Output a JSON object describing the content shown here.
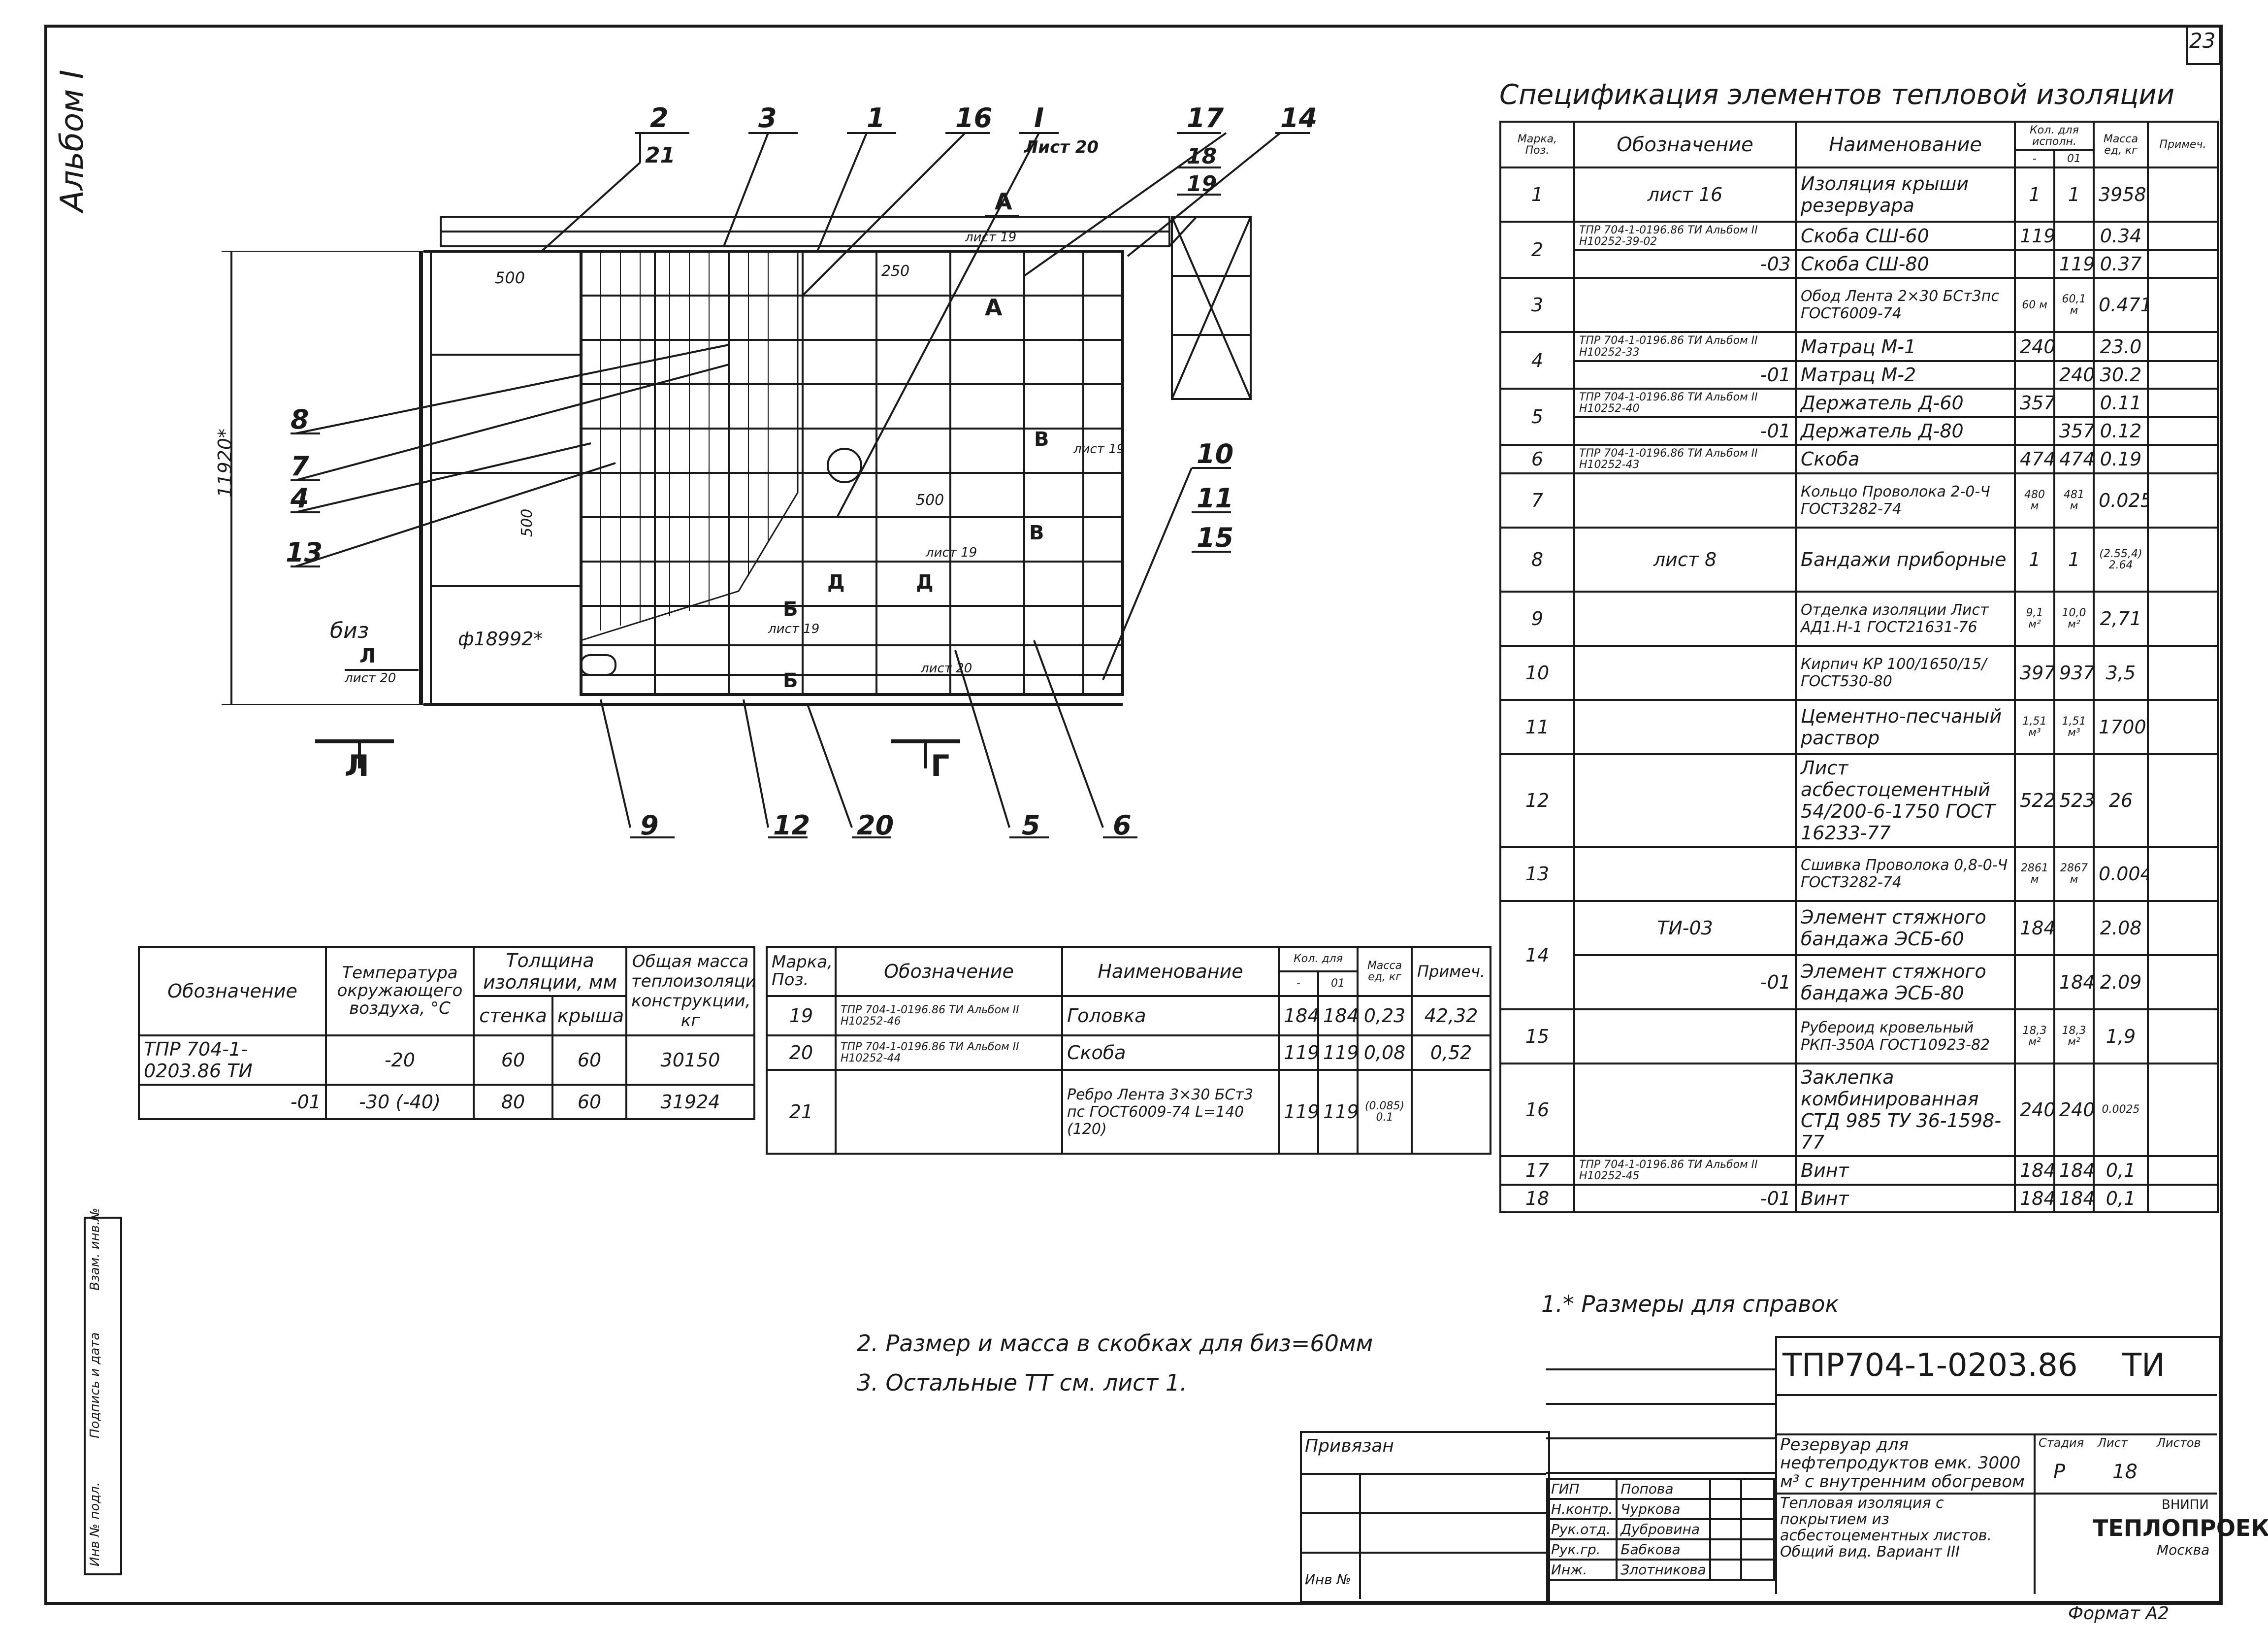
{
  "sheet_number_corner": "23",
  "album_label": "Альбом I",
  "drawing": {
    "callouts_top": [
      "2",
      "21",
      "3",
      "1",
      "16",
      "I",
      "Лист 20",
      "17",
      "14",
      "18",
      "19"
    ],
    "callouts_left": [
      "8",
      "7",
      "4",
      "13"
    ],
    "callouts_right": [
      "10",
      "11",
      "15"
    ],
    "callouts_bottom": [
      "9",
      "12",
      "20",
      "5",
      "6"
    ],
    "section_marks": [
      "А",
      "А",
      "Б",
      "Б",
      "В",
      "В",
      "Д",
      "Д",
      "Г",
      "Л",
      "Л"
    ],
    "dim_height": "11920*",
    "dim_diameter": "ф18992*",
    "dim_500_a": "500",
    "dim_500_b": "500",
    "dim_500_c": "500",
    "dim_250": "250",
    "biz_label": "биз",
    "list_refs": [
      "лист 19",
      "лист 19",
      "лист 19",
      "лист 19",
      "лист 20",
      "лист 20"
    ]
  },
  "spec": {
    "title": "Спецификация элементов тепловой изоляции",
    "headers": {
      "mark": "Марка, Поз.",
      "designation": "Обозначение",
      "name": "Наименование",
      "qty": "Кол. для исполн.",
      "qty_a": "-",
      "qty_b": "01",
      "mass": "Масса ед, кг",
      "note": "Примеч."
    },
    "rows": [
      {
        "pos": "1",
        "des": "лист 16",
        "name": "Изоляция крыши резервуара",
        "a": "1",
        "b": "1",
        "mass": "3958"
      },
      {
        "pos": "2",
        "des": "ТПР 704-1-0196.86 ТИ Альбом II Н10252-39-02",
        "name": "Скоба СШ-60",
        "a": "119",
        "b": "",
        "mass": "0.34"
      },
      {
        "pos": "",
        "des": "-03",
        "name": "Скоба СШ-80",
        "a": "",
        "b": "119",
        "mass": "0.37"
      },
      {
        "pos": "3",
        "des": "",
        "name": "Обод Лента 2×30 БСт3пс ГОСТ6009-74",
        "a": "60 м",
        "b": "60,1 м",
        "mass": "0.471"
      },
      {
        "pos": "4",
        "des": "ТПР 704-1-0196.86 ТИ Альбом II Н10252-33",
        "name": "Матрац М-1",
        "a": "240",
        "b": "",
        "mass": "23.0"
      },
      {
        "pos": "",
        "des": "-01",
        "name": "Матрац М-2",
        "a": "",
        "b": "240",
        "mass": "30.2"
      },
      {
        "pos": "5",
        "des": "ТПР 704-1-0196.86 ТИ Альбом II Н10252-40",
        "name": "Держатель Д-60",
        "a": "357",
        "b": "",
        "mass": "0.11"
      },
      {
        "pos": "",
        "des": "-01",
        "name": "Держатель Д-80",
        "a": "",
        "b": "357",
        "mass": "0.12"
      },
      {
        "pos": "6",
        "des": "ТПР 704-1-0196.86 ТИ Альбом II Н10252-43",
        "name": "Скоба",
        "a": "474",
        "b": "474",
        "mass": "0.19"
      },
      {
        "pos": "7",
        "des": "",
        "name": "Кольцо Проволока 2-0-Ч ГОСТ3282-74",
        "a": "480 м",
        "b": "481 м",
        "mass": "0.025"
      },
      {
        "pos": "8",
        "des": "лист 8",
        "name": "Бандажи приборные",
        "a": "1",
        "b": "1",
        "mass": "(2.55,4) 2.64"
      },
      {
        "pos": "9",
        "des": "",
        "name": "Отделка изоляции Лист АД1.Н-1 ГОСТ21631-76",
        "a": "9,1 м²",
        "b": "10,0 м²",
        "mass": "2,71"
      },
      {
        "pos": "10",
        "des": "",
        "name": "Кирпич КР 100/1650/15/ ГОСТ530-80",
        "a": "397",
        "b": "937",
        "mass": "3,5"
      },
      {
        "pos": "11",
        "des": "",
        "name": "Цементно-песчаный раствор",
        "a": "1,51 м³",
        "b": "1,51 м³",
        "mass": "1700"
      },
      {
        "pos": "12",
        "des": "",
        "name": "Лист асбестоцементный 54/200-6-1750 ГОСТ 16233-77",
        "a": "522",
        "b": "523",
        "mass": "26"
      },
      {
        "pos": "13",
        "des": "",
        "name": "Сшивка Проволока 0,8-0-Ч ГОСТ3282-74",
        "a": "2861 м",
        "b": "2867 м",
        "mass": "0.004"
      },
      {
        "pos": "14",
        "des": "ТИ-03",
        "name": "Элемент стяжного бандажа ЭСБ-60",
        "a": "184",
        "b": "",
        "mass": "2.08"
      },
      {
        "pos": "",
        "des": "-01",
        "name": "Элемент стяжного бандажа ЭСБ-80",
        "a": "",
        "b": "184",
        "mass": "2.09"
      },
      {
        "pos": "15",
        "des": "",
        "name": "Рубероид кровельный РКП-350А ГОСТ10923-82",
        "a": "18,3 м²",
        "b": "18,3 м²",
        "mass": "1,9"
      },
      {
        "pos": "16",
        "des": "",
        "name": "Заклепка комбинированная СТД 985 ТУ 36-1598-77",
        "a": "240",
        "b": "240",
        "mass": "0.0025"
      },
      {
        "pos": "17",
        "des": "ТПР 704-1-0196.86 ТИ Альбом II Н10252-45",
        "name": "Винт",
        "a": "184",
        "b": "184",
        "mass": "0,1"
      },
      {
        "pos": "18",
        "des": "-01",
        "name": "Винт",
        "a": "184",
        "b": "184",
        "mass": "0,1"
      }
    ]
  },
  "thickness_table": {
    "headers": {
      "des": "Обозначение",
      "temp": "Температура окружающего воздуха, °С",
      "thick": "Толщина изоляции, мм",
      "wall": "стенка",
      "roof": "крыша",
      "mass": "Общая масса теплоизоляционной конструкции, кг"
    },
    "rows": [
      {
        "des": "ТПР 704-1-0203.86 ТИ",
        "temp": "-20",
        "wall": "60",
        "roof": "60",
        "mass": "30150"
      },
      {
        "des": "-01",
        "temp": "-30 (-40)",
        "wall": "80",
        "roof": "60",
        "mass": "31924"
      }
    ]
  },
  "small_spec": {
    "headers": {
      "mark": "Марка, Поз.",
      "des": "Обозначение",
      "name": "Наименование",
      "qty": "Кол. для",
      "qa": "-",
      "qb": "01",
      "mass": "Масса ед, кг",
      "note": "Примеч."
    },
    "rows": [
      {
        "pos": "19",
        "des": "ТПР 704-1-0196.86 ТИ Альбом II Н10252-46",
        "name": "Головка",
        "a": "184",
        "b": "184",
        "mass": "0,23",
        "note": "42,32"
      },
      {
        "pos": "20",
        "des": "ТПР 704-1-0196.86 ТИ Альбом II Н10252-44",
        "name": "Скоба",
        "a": "119",
        "b": "119",
        "mass": "0,08",
        "note": "0,52"
      },
      {
        "pos": "21",
        "des": "",
        "name": "Ребро Лента 3×30 БСт3 пс ГОСТ6009-74 L=140 (120)",
        "a": "119",
        "b": "119",
        "mass": "(0.085) 0.1",
        "note": ""
      }
    ]
  },
  "notes": {
    "n1": "1.* Размеры для справок",
    "n2": "2. Размер и масса в скобках для биз=60мм",
    "n3": "3. Остальные ТТ см. лист 1."
  },
  "title_block": {
    "code": "ТПР704-1-0203.86",
    "code_suffix": "ТИ",
    "title_line1": "Резервуар для нефтепродуктов емк. 3000 м³ с внутренним обогревом",
    "title_line2": "Тепловая изоляция с покрытием из асбестоцементных листов. Общий вид. Вариант III",
    "stage_label": "Стадия",
    "sheet_label": "Лист",
    "sheets_label": "Листов",
    "stage": "Р",
    "sheet": "18",
    "org1": "ВНИПИ",
    "org2": "ТЕПЛОПРОЕКТ",
    "city": "Москва",
    "bound": "Привязан",
    "inv": "Инв №",
    "roles": [
      "ГИП",
      "Н.контр.",
      "Рук.отд.",
      "Рук.гр.",
      "Инж."
    ],
    "names": [
      "Попова",
      "Чуркова",
      "Дубровина",
      "Бабкова",
      "Злотникова"
    ],
    "side_labels": [
      "Инв № подл.",
      "Подпись и дата",
      "Взам. инв.№"
    ],
    "format": "Формат А2"
  }
}
